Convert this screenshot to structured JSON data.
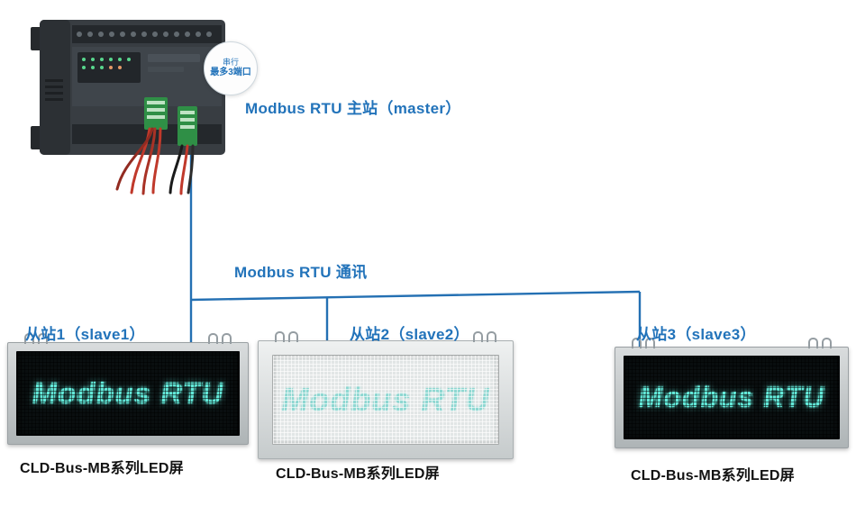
{
  "diagram": {
    "master_label": "Modbus RTU  主站（master）",
    "bus_label": "Modbus RTU  通讯",
    "callout": {
      "line1": "串行",
      "line2": "最多3端口"
    },
    "slaves": [
      {
        "label": "从站1（slave1）",
        "screen_text": "Modbus RTU",
        "caption": "CLD-Bus-MB系列LED屏",
        "variant": "dark"
      },
      {
        "label": "从站2（slave2）",
        "screen_text": "Modbus RTU",
        "caption": "CLD-Bus-MB系列LED屏",
        "variant": "light"
      },
      {
        "label": "从站3（slave3）",
        "screen_text": "Modbus RTU",
        "caption": "CLD-Bus-MB系列LED屏",
        "variant": "dark"
      }
    ],
    "colors": {
      "accent_blue": "#2273BA",
      "line_blue": "#2470B3",
      "led_cyan": "#63E9D9",
      "led_cyan_light": "#8FD8D2"
    }
  }
}
